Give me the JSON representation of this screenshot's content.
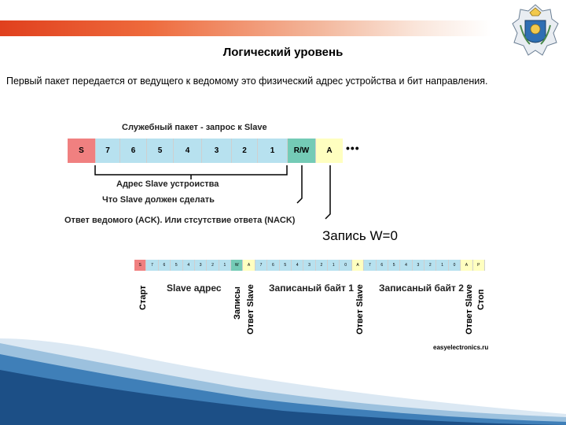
{
  "slide": {
    "title": "Логический уровень",
    "description": "Первый пакет  передается от ведущего к ведомому это физический адрес устройства и бит направления.",
    "website": "easyelectronics.ru"
  },
  "service_packet": {
    "title": "Служебный пакет - запрос к Slave",
    "cells": [
      "S",
      "7",
      "6",
      "5",
      "4",
      "3",
      "2",
      "1",
      "R/W",
      "A"
    ],
    "ellipsis": "•••",
    "address_label": "Адрес Slave устроиства",
    "response_label": "Что Slave должен сделать",
    "ack_label": "Ответ ведомого (ACK). Или стсутствие ответа (NACK)"
  },
  "write_packet": {
    "title": "Запись  W=0",
    "cells": [
      "S",
      "7",
      "6",
      "5",
      "4",
      "3",
      "2",
      "1",
      "W",
      "A",
      "7",
      "6",
      "5",
      "4",
      "3",
      "2",
      "1",
      "0",
      "A",
      "7",
      "6",
      "5",
      "4",
      "3",
      "2",
      "1",
      "0",
      "A",
      "P"
    ],
    "start_label": "Старт",
    "slave_addr_label": "Slave адрес",
    "write_label": "Записы",
    "slave_response_label": "Ответ Slave",
    "byte1_label": "Записаный байт 1",
    "byte1_response_label": "Ответ Slave",
    "byte2_label": "Записаный байт 2",
    "byte2_response_label": "Ответ Slave",
    "stop_label": "Стоп"
  },
  "colors": {
    "accent": "#e0401e",
    "start": "#f08080",
    "bit": "#b7e1ef",
    "rw": "#74cbb6",
    "ack": "#ffffc0"
  }
}
